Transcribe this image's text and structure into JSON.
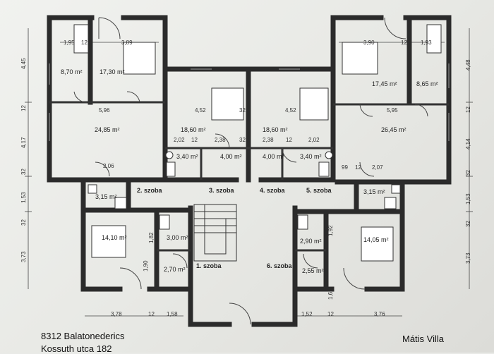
{
  "rooms": [
    {
      "id": "r1",
      "area": "8,70 m²"
    },
    {
      "id": "r2",
      "area": "17,30 m²"
    },
    {
      "id": "r3",
      "area": "24,85 m²"
    },
    {
      "id": "r4",
      "area": "18,60 m²"
    },
    {
      "id": "r5",
      "area": "18,60 m²"
    },
    {
      "id": "r6",
      "area": "17,45 m²"
    },
    {
      "id": "r7",
      "area": "8,65 m²"
    },
    {
      "id": "r8",
      "area": "26,45 m²"
    },
    {
      "id": "r9",
      "area": "3,40 m²"
    },
    {
      "id": "r10",
      "area": "4,00 m²"
    },
    {
      "id": "r11",
      "area": "4,00 m²"
    },
    {
      "id": "r12",
      "area": "3,40 m²"
    },
    {
      "id": "r13",
      "area": "3,15 m²"
    },
    {
      "id": "r14",
      "area": "3,15 m²"
    },
    {
      "id": "r15",
      "area": "14,10 m²"
    },
    {
      "id": "r16",
      "area": "3,00 m²"
    },
    {
      "id": "r17",
      "area": "2,70 m²"
    },
    {
      "id": "r18",
      "area": "2,90 m²"
    },
    {
      "id": "r19",
      "area": "2,55 m²"
    },
    {
      "id": "r20",
      "area": "14,05 m²"
    }
  ],
  "room_labels": [
    "2. szoba",
    "3. szoba",
    "4. szoba",
    "5. szoba",
    "1. szoba",
    "6. szoba"
  ],
  "dimensions": {
    "top": [
      "1,95",
      "12",
      "3,89",
      "3,90",
      "12",
      "1,93"
    ],
    "mid": [
      "5,96",
      "4,52",
      "32",
      "4,52",
      "5,95"
    ],
    "inner": [
      "2,02",
      "12",
      "2,38",
      "32",
      "2,38",
      "12",
      "2,02"
    ],
    "small": [
      "2,06",
      "99",
      "12",
      "2,07"
    ],
    "bottom": [
      "3,78",
      "12",
      "1,58",
      "1,52",
      "12",
      "3,76"
    ],
    "left_side": [
      "4,45",
      "12",
      "4,17",
      "32",
      "1,53",
      "32",
      "3,73"
    ],
    "right_side": [
      "4,48",
      "12",
      "4,14",
      "32",
      "1,53",
      "32",
      "3,73"
    ],
    "misc": [
      "1,82",
      "1,90",
      "1,92",
      "1,6"
    ]
  },
  "caption": {
    "address_line1": "8312 Balatonederics",
    "address_line2": "Kossuth utca 182",
    "villa_name": "Mátis Villa"
  }
}
